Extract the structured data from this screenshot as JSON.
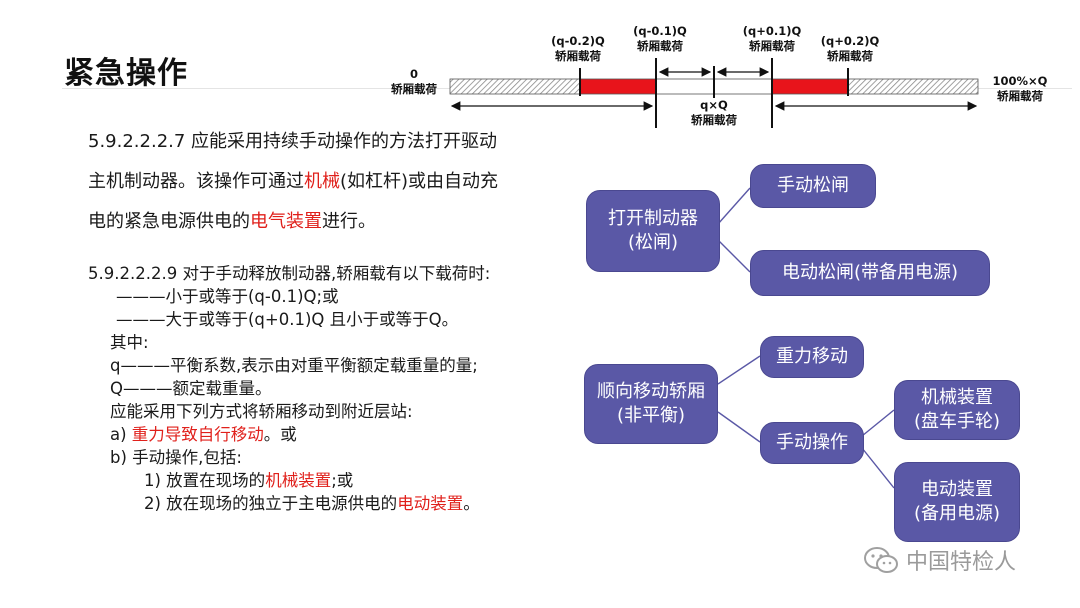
{
  "title": "紧急操作",
  "load_diagram": {
    "marks": [
      {
        "value": "0",
        "caption": "轿厢载荷"
      },
      {
        "value": "(q-0.2)Q",
        "caption": "轿厢载荷"
      },
      {
        "value": "(q-0.1)Q",
        "caption": "轿厢载荷"
      },
      {
        "value": "q×Q",
        "caption": "轿厢载荷"
      },
      {
        "value": "(q+0.1)Q",
        "caption": "轿厢载荷"
      },
      {
        "value": "(q+0.2)Q",
        "caption": "轿厢载荷"
      },
      {
        "value": "100%×Q",
        "caption": "轿厢载荷"
      }
    ],
    "red_color": "#e8141b",
    "hatch_color": "#9a9a9a"
  },
  "para1": {
    "line1": "5.9.2.2.2.7 应能采用持续手动操作的方法打开驱动",
    "line2_a": "主机制动器。该操作可通过",
    "line2_red": "机械",
    "line2_b": "(如杠杆)或由自动充",
    "line3_a": "电的紧急电源供电的",
    "line3_red": "电气装置",
    "line3_b": "进行。"
  },
  "para2": {
    "line1": "5.9.2.2.2.9 对于手动释放制动器,轿厢载有以下载荷时:",
    "line2": "———小于或等于(q-0.1)Q;或",
    "line3": "———大于或等于(q+0.1)Q 且小于或等于Q。",
    "line4": "其中:",
    "line5": "q———平衡系数,表示由对重平衡额定载重量的量;",
    "line6": "Q———额定载重量。",
    "line7": "应能采用下列方式将轿厢移动到附近层站:",
    "line8_a": "a) ",
    "line8_red": "重力导致自行移动",
    "line8_b": "。或",
    "line9": "b) 手动操作,包括:",
    "line10_a": "1) 放置在现场的",
    "line10_red": "机械装置",
    "line10_b": ";或",
    "line11_a": "2) 放在现场的独立于主电源供电的",
    "line11_red": "电动装置",
    "line11_b": "。"
  },
  "mindmap": {
    "open_brake": {
      "line1": "打开制动器",
      "line2": "(松闸)"
    },
    "manual_release": "手动松闸",
    "electric_release": "电动松闸(带备用电源)",
    "move_car": {
      "line1": "顺向移动轿厢",
      "line2": "(非平衡)"
    },
    "gravity_move": "重力移动",
    "manual_operation": "手动操作",
    "mechanical_device": {
      "line1": "机械装置",
      "line2": "(盘车手轮)"
    },
    "electric_device": {
      "line1": "电动装置",
      "line2": "(备用电源)"
    },
    "node_color": "#5a58a6"
  },
  "watermark": "中国特检人"
}
